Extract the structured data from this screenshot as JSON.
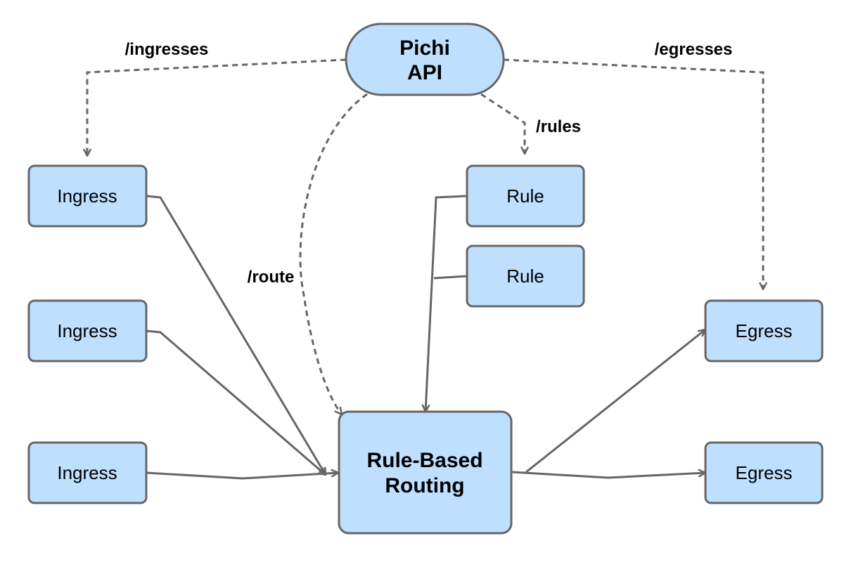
{
  "nodes": {
    "api": {
      "line1": "Pichi",
      "line2": "API"
    },
    "ingress_1": "Ingress",
    "ingress_2": "Ingress",
    "ingress_3": "Ingress",
    "rule_1": "Rule",
    "rule_2": "Rule",
    "routing": {
      "line1": "Rule-Based",
      "line2": "Routing"
    },
    "egress_1": "Egress",
    "egress_2": "Egress"
  },
  "edge_labels": {
    "ingresses": "/ingresses",
    "egresses": "/egresses",
    "rules": "/rules",
    "route": "/route"
  },
  "colors": {
    "node_fill": "#bfdfff",
    "stroke": "#666666"
  }
}
